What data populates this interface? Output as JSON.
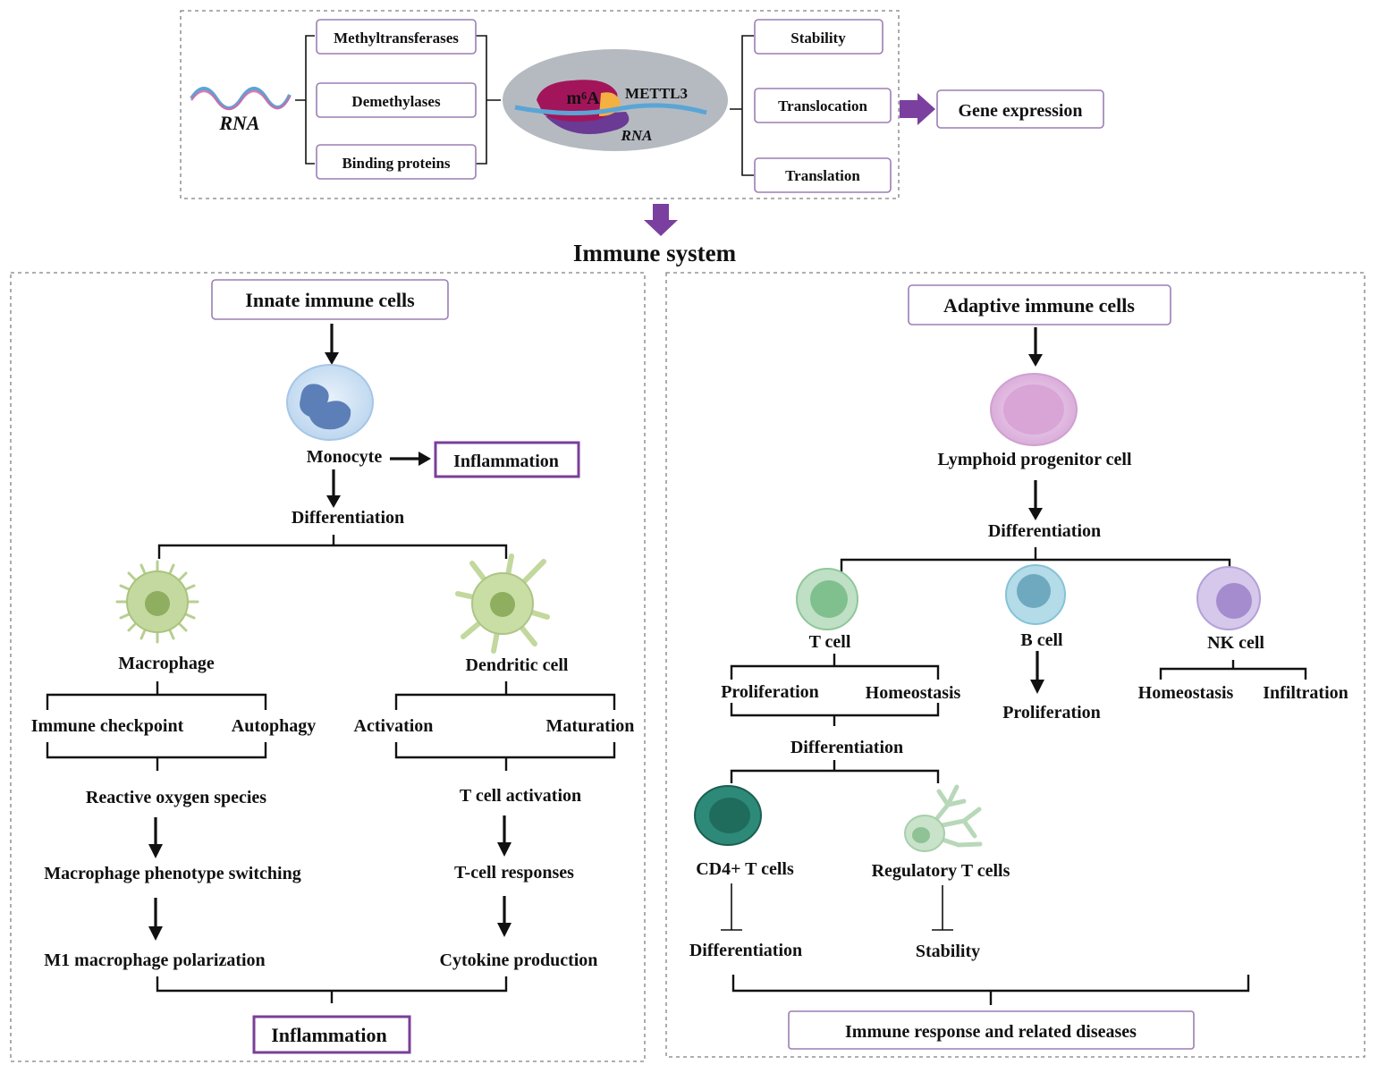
{
  "top": {
    "rna": "RNA",
    "regulators": [
      "Methyltransferases",
      "Demethylases",
      "Binding proteins"
    ],
    "complex": {
      "m6a": "m⁶A",
      "enzyme": "METTL3",
      "rna": "RNA"
    },
    "outcomes": [
      "Stability",
      "Translocation",
      "Translation"
    ],
    "gene_expression": "Gene expression"
  },
  "immune_system": "Immune system",
  "innate": {
    "header": "Innate immune cells",
    "monocyte": "Monocyte",
    "inflammation_top": "Inflammation",
    "differentiation": "Differentiation",
    "macrophage": {
      "name": "Macrophage",
      "left": "Immune checkpoint",
      "right": "Autophagy",
      "steps": [
        "Reactive oxygen species",
        "Macrophage phenotype switching",
        "M1 macrophage polarization"
      ]
    },
    "dendritic": {
      "name": "Dendritic cell",
      "left": "Activation",
      "right": "Maturation",
      "steps": [
        "T cell activation",
        "T-cell responses",
        "Cytokine production"
      ]
    },
    "inflammation_bottom": "Inflammation"
  },
  "adaptive": {
    "header": "Adaptive immune cells",
    "progenitor": "Lymphoid progenitor cell",
    "differentiation": "Differentiation",
    "t_cell": {
      "name": "T cell",
      "left": "Proliferation",
      "right": "Homeostasis",
      "differentiation": "Differentiation"
    },
    "b_cell": {
      "name": "B cell",
      "result": "Proliferation"
    },
    "nk_cell": {
      "name": "NK cell",
      "left": "Homeostasis",
      "right": "Infiltration"
    },
    "cd4": {
      "name": "CD4+ T cells",
      "effect": "Differentiation"
    },
    "treg": {
      "name": "Regulatory T cells",
      "effect": "Stability"
    },
    "footer": "Immune response and related diseases"
  },
  "colors": {
    "box_border": "#9b7fb3",
    "strong_border": "#7a3f98",
    "arrow_purple": "#7b3fa0",
    "rna_wave_pink": "#d06aa6",
    "rna_wave_blue": "#5aa5d6",
    "complex_bg": "#b5bac1",
    "m6a_blob": "#a3155a",
    "monocyte": "#cfe1f3",
    "monocyte_nucleus": "#5d7fb8",
    "macrophage": "#b7cf91",
    "dendritic": "#c2d89d",
    "progenitor": "#e3c3e3",
    "t_cell": "#bfe0c4",
    "b_cell": "#b3dbe8",
    "nk_cell": "#d5c8ea",
    "cd4": "#2d8a78",
    "treg": "#c8e3c9"
  },
  "icons": [
    "rna-wave-icon",
    "m6a-complex-icon",
    "monocyte-icon",
    "macrophage-icon",
    "dendritic-cell-icon",
    "lymphoid-progenitor-icon",
    "t-cell-icon",
    "b-cell-icon",
    "nk-cell-icon",
    "cd4-t-cell-icon",
    "regulatory-t-cell-icon"
  ]
}
